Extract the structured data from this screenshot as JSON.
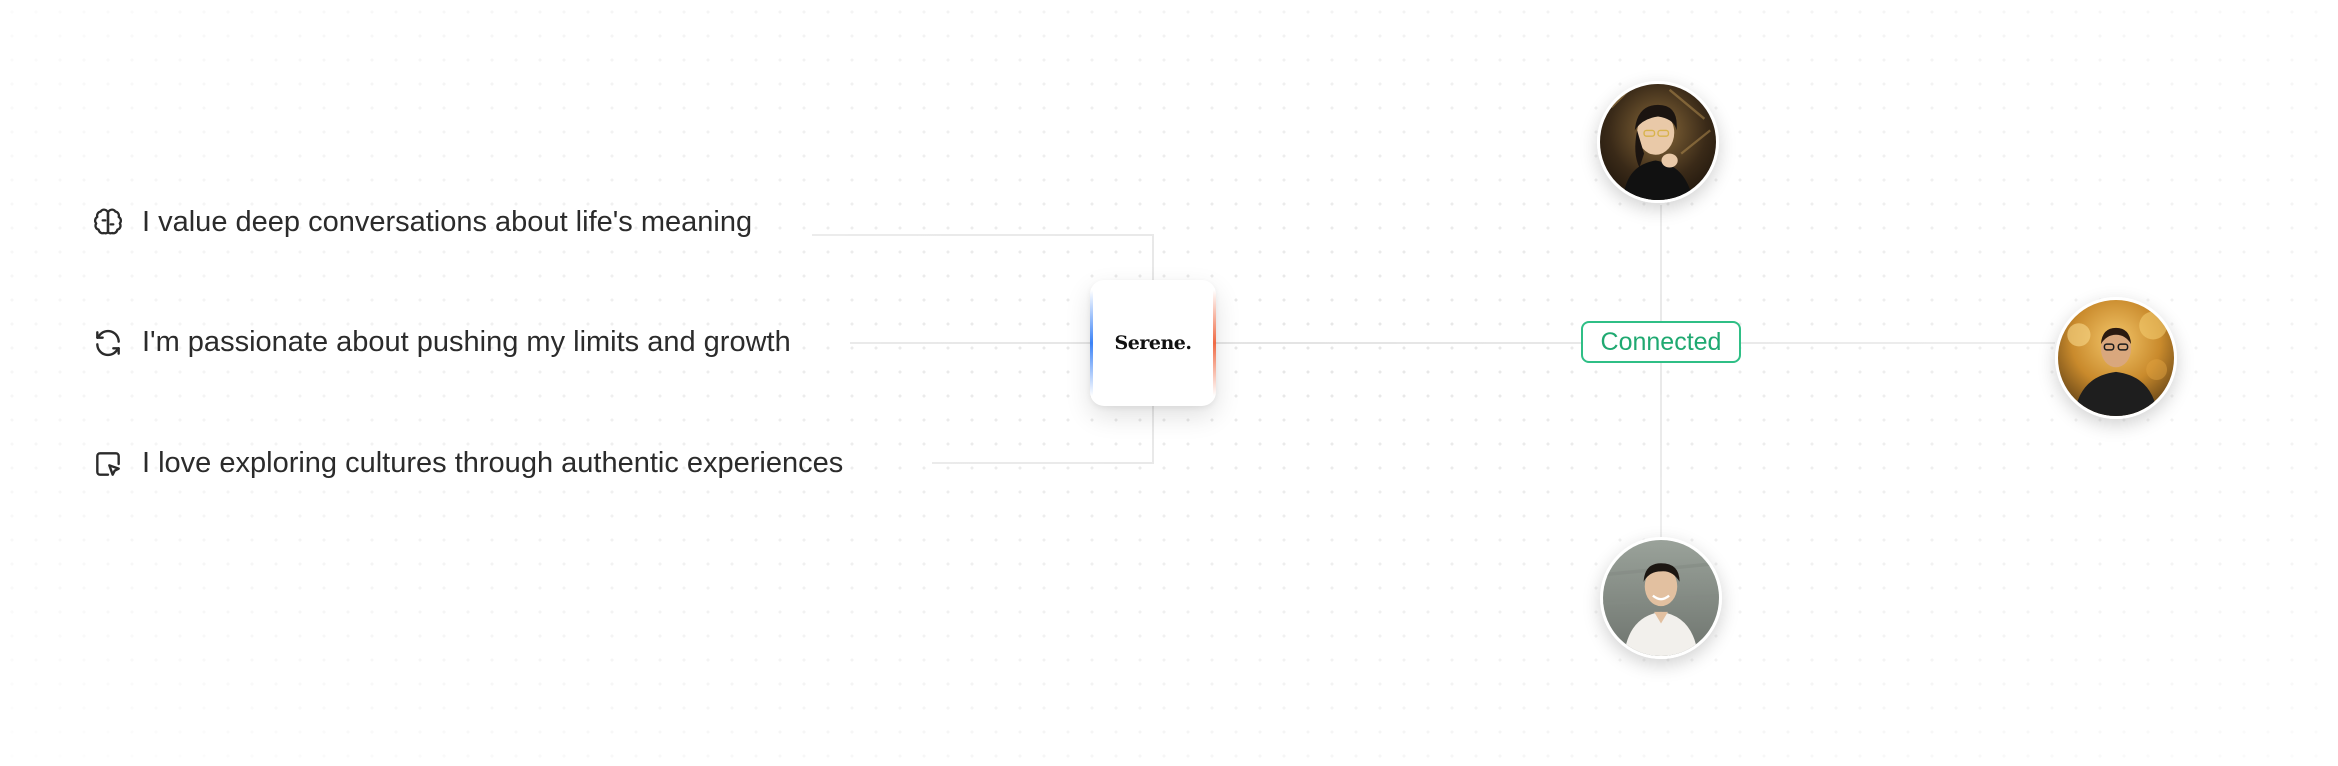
{
  "traits": [
    {
      "icon": "brain-icon",
      "label": "I value deep conversations about life's meaning"
    },
    {
      "icon": "refresh-icon",
      "label": "I'm passionate about pushing my limits and growth"
    },
    {
      "icon": "pointer-frame-icon",
      "label": "I love exploring cultures through authentic experiences"
    }
  ],
  "logo": {
    "text": "Serene."
  },
  "connection": {
    "status_label": "Connected"
  },
  "avatars": [
    {
      "name": "avatar-top",
      "icon": "person-photo"
    },
    {
      "name": "avatar-right",
      "icon": "person-photo"
    },
    {
      "name": "avatar-bottom",
      "icon": "person-photo"
    }
  ],
  "colors": {
    "accent_green": "#1fa971",
    "left_edge_blue": "#3b82f6",
    "right_edge_orange": "#ef6a44",
    "connector_line": "#e3e3e3"
  }
}
